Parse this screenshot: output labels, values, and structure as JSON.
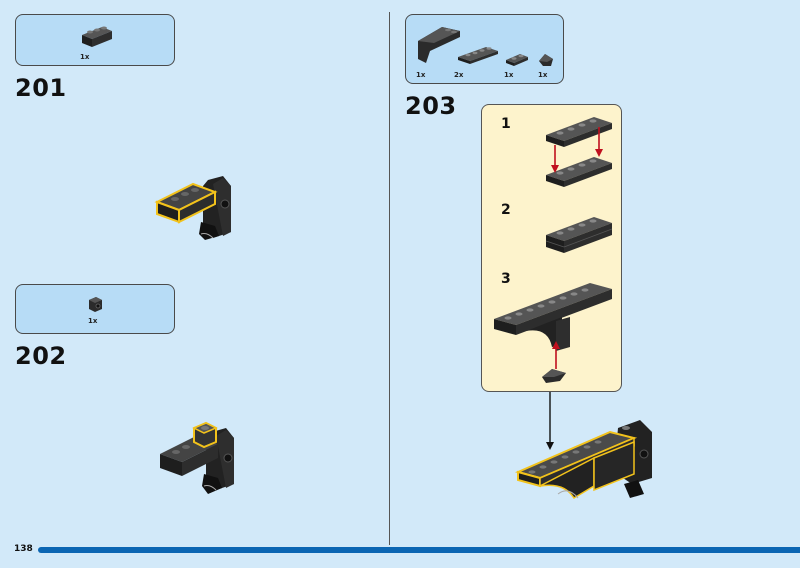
{
  "page": {
    "number": "138"
  },
  "steps": [
    {
      "number": "201",
      "parts": [
        {
          "icon": "black-brick-1x3-icon",
          "qty": "1x"
        }
      ]
    },
    {
      "number": "202",
      "parts": [
        {
          "icon": "black-bracket-1x1-icon",
          "qty": "1x"
        }
      ]
    },
    {
      "number": "203",
      "parts": [
        {
          "icon": "black-arch-slope-icon",
          "qty": "1x"
        },
        {
          "icon": "black-plate-1x4-icon",
          "qty": "2x"
        },
        {
          "icon": "black-plate-1x2-icon",
          "qty": "1x"
        },
        {
          "icon": "black-tile-icon",
          "qty": "1x"
        }
      ],
      "substeps": [
        "1",
        "2",
        "3"
      ]
    }
  ],
  "colors": {
    "background": "#d2e9f9",
    "partbox": "#b7dcf6",
    "subpanel": "#fdf3cc",
    "brick": "#2b2b2b",
    "highlight": "#f2c21b",
    "arrow": "#c0101e",
    "pagebar": "#0b66b3"
  }
}
